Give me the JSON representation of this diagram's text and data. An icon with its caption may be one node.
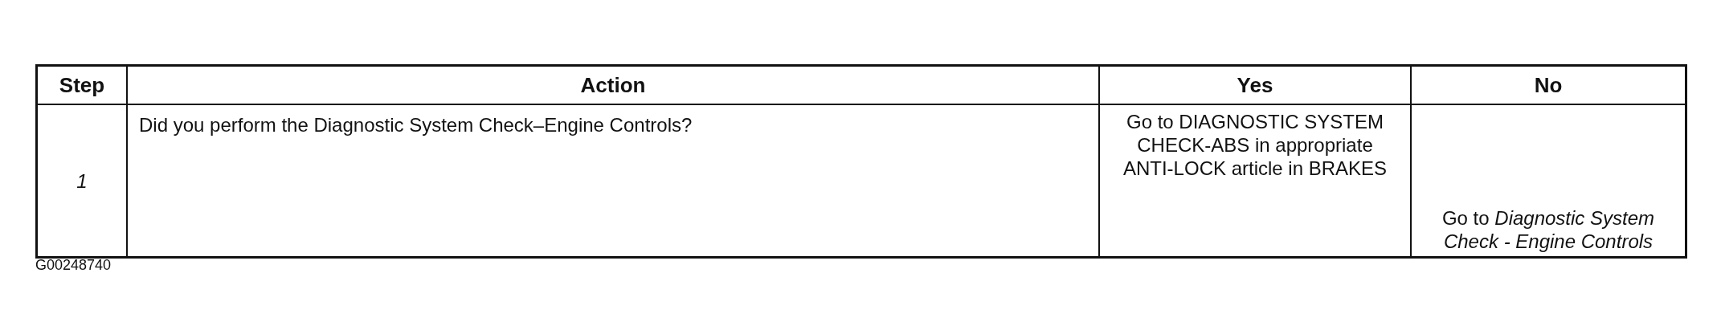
{
  "diagram": {
    "labels": [
      "Step",
      "Action",
      "Yes",
      "No",
      "1",
      "Did you perform the Diagnostic System Check–Engine Controls?",
      "Go to DIAGNOSTIC SYSTEM CHECK-ABS in appropriate ANTI-LOCK article in BRAKES",
      "Go to *Diagnostic System Check - Engine Controls*",
      "G00248740"
    ]
  }
}
